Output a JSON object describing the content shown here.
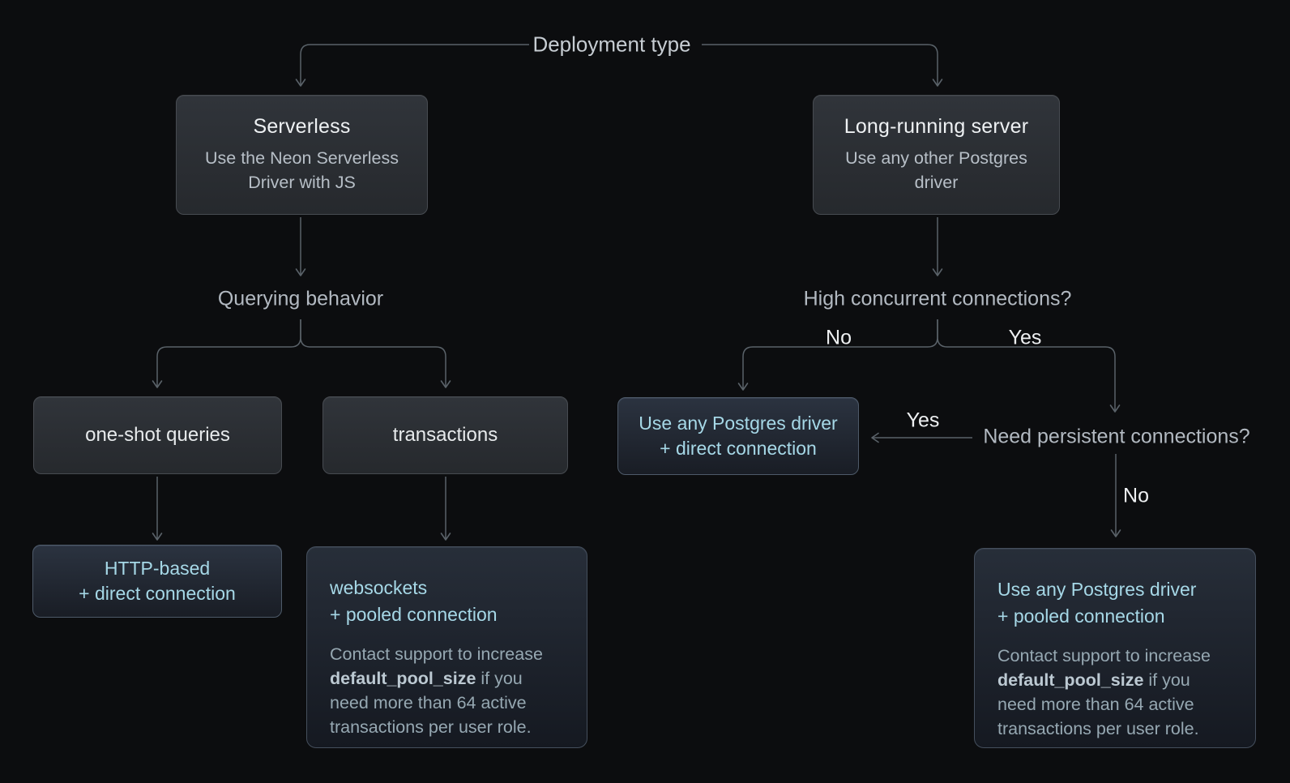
{
  "colors": {
    "background": "#0c0d0f",
    "connector_line": "#5a6269",
    "accent_text": "#a6d8e7",
    "heading_text": "#eef1f3",
    "muted_text": "#b7bfc7"
  },
  "diagram": {
    "root": {
      "label": "Deployment type"
    },
    "questions": {
      "querying": "Querying behavior",
      "high_concurrent": "High concurrent connections?",
      "need_persistent": "Need persistent connections?"
    },
    "branch_labels": {
      "hc_no": "No",
      "hc_yes": "Yes",
      "np_yes": "Yes",
      "np_no": "No"
    },
    "nodes": {
      "serverless": {
        "title": "Serverless",
        "subtitle": "Use the Neon Serverless Driver with JS"
      },
      "long_running": {
        "title": "Long-running server",
        "subtitle": "Use any other Postgres driver"
      },
      "one_shot": {
        "label": "one-shot queries"
      },
      "transactions": {
        "label": "transactions"
      },
      "any_driver_direct": {
        "line1": "Use any Postgres driver",
        "line2": "+ direct connection"
      },
      "http_direct": {
        "line1": "HTTP-based",
        "line2": "+ direct connection"
      },
      "websockets_pooled": {
        "line1": "websockets",
        "line2": "+ pooled connection",
        "note_pre": "Contact support to increase ",
        "note_bold": "default_pool_size",
        "note_post": " if you need more than 64 active transactions per user role."
      },
      "any_driver_pooled": {
        "line1": "Use any Postgres driver",
        "line2": "+ pooled connection",
        "note_pre": "Contact support to increase ",
        "note_bold": "default_pool_size",
        "note_post": " if you need more than 64 active transactions per user role."
      }
    }
  }
}
